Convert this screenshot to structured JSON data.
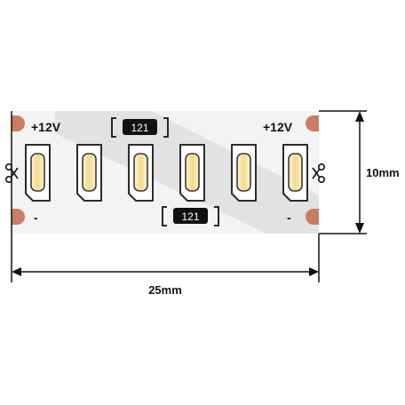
{
  "strip": {
    "polarity_positive": "+12V",
    "polarity_negative": "-",
    "resistor_value": "121",
    "led_count": 6
  },
  "dimensions": {
    "width": "25mm",
    "height": "10mm"
  },
  "colors": {
    "board": "#f3f3f3",
    "shadow": "#dedede",
    "pad": "#c87e63",
    "led_body": "#ffffff",
    "led_outline": "#2b2b2b",
    "led_phosphor": "#f6e2a8",
    "resistor": "#111111",
    "dimension_line": "#111111"
  },
  "icons": {
    "cut_mark": "scissors-icon"
  }
}
